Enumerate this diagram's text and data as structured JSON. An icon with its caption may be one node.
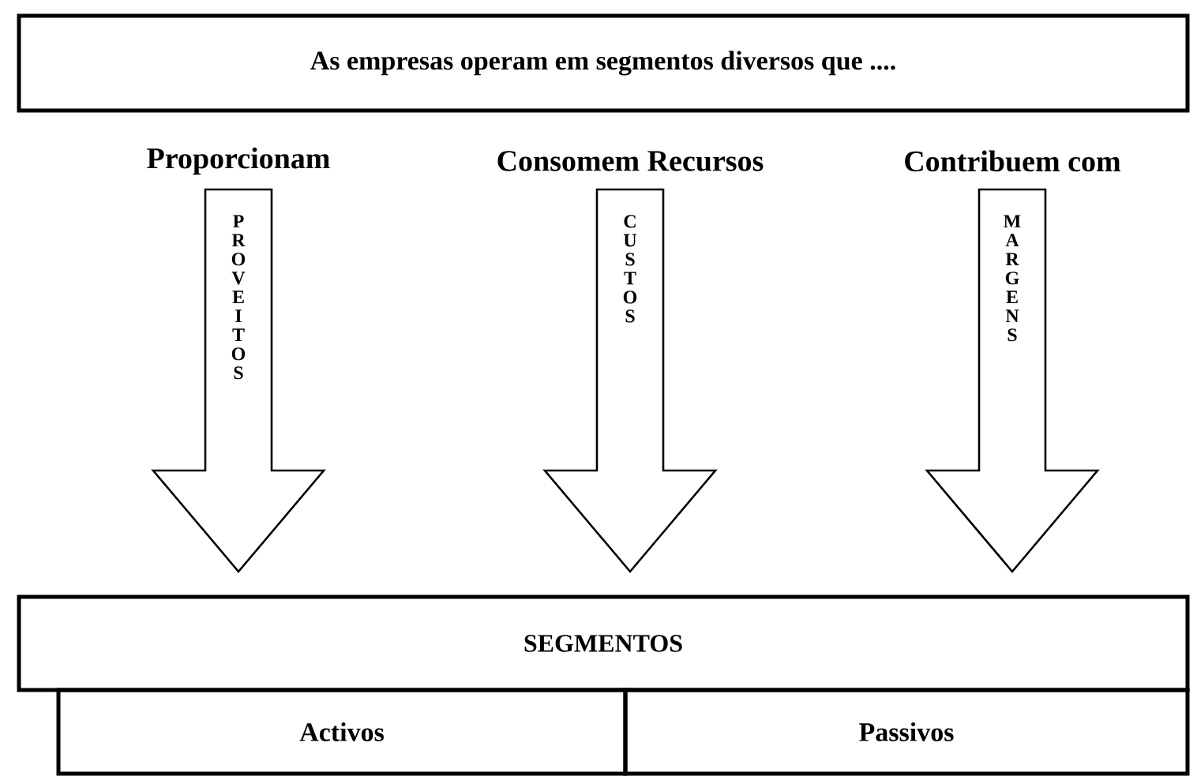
{
  "diagram": {
    "nodes": [
      {
        "text": [
          "As empresas operam em segmentos diversos que ...."
        ]
      },
      {
        "text": [
          "Proporcionam",
          "PROVEITOS"
        ]
      },
      {
        "text": [
          "Consomem Recursos",
          "CUSTOS"
        ]
      },
      {
        "text": [
          "Contribuem com",
          "MARGENS"
        ]
      },
      {
        "text": [
          "SEGMENTOS"
        ]
      },
      {
        "text": [
          "Activos"
        ]
      },
      {
        "text": [
          "Passivos"
        ]
      }
    ]
  }
}
